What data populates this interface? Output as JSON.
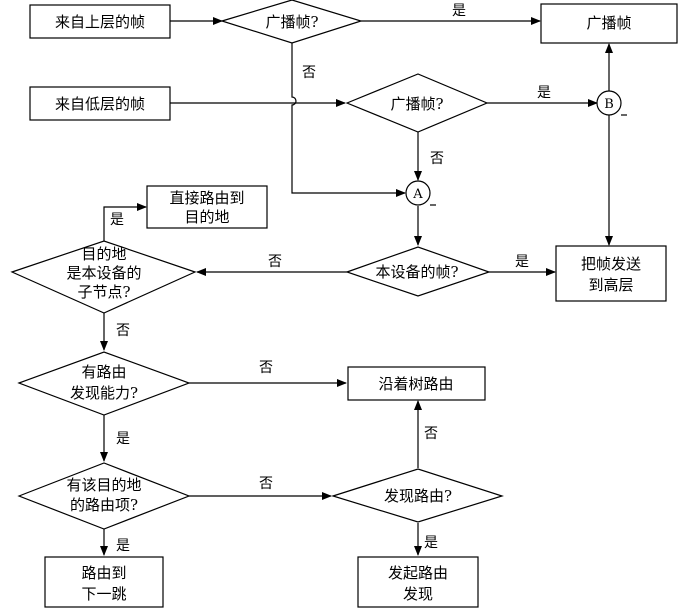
{
  "nodes": {
    "from_upper": "来自上层的帧",
    "from_lower": "来自低层的帧",
    "broadcast_q1": "广播帧?",
    "broadcast_frame": "广播帧",
    "broadcast_q2": "广播帧?",
    "connector_b": "B",
    "connector_a": "A",
    "direct_route_l1": "直接路由到",
    "direct_route_l2": "目的地",
    "dest_child_l1": "目的地",
    "dest_child_l2": "是本设备的",
    "dest_child_l3": "子节点?",
    "own_frame_q": "本设备的帧?",
    "send_upper_l1": "把帧发送",
    "send_upper_l2": "到高层",
    "route_cap_l1": "有路由",
    "route_cap_l2": "发现能力?",
    "tree_route": "沿着树路由",
    "has_entry_l1": "有该目的地",
    "has_entry_l2": "的路由项?",
    "discover_q": "发现路由?",
    "next_hop_l1": "路由到",
    "next_hop_l2": "下一跳",
    "init_disc_l1": "发起路由",
    "init_disc_l2": "发现"
  },
  "edge_labels": {
    "yes_b1_broadcast": "是",
    "no_b1": "否",
    "yes_b2": "是",
    "no_b2": "否",
    "yes_direct": "是",
    "no_own_frame": "否",
    "yes_own_frame": "是",
    "no_dest_child": "否",
    "no_route_cap": "否",
    "yes_route_cap": "是",
    "no_has_entry": "否",
    "yes_has_entry": "是",
    "no_discover": "否",
    "yes_discover": "是"
  }
}
